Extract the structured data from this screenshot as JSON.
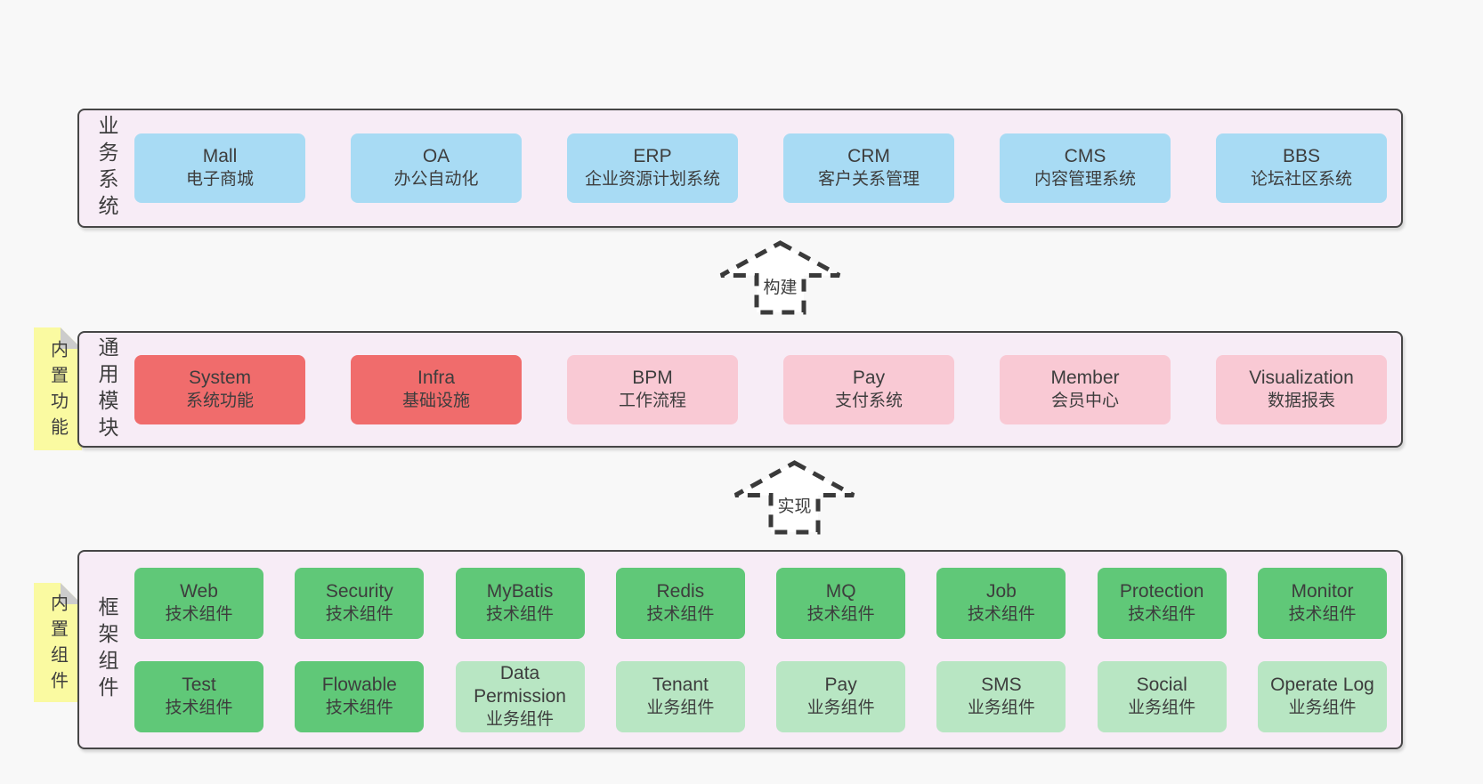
{
  "sections": {
    "business": {
      "label": "业务系统",
      "boxes": [
        {
          "en": "Mall",
          "zh": "电子商城"
        },
        {
          "en": "OA",
          "zh": "办公自动化"
        },
        {
          "en": "ERP",
          "zh": "企业资源计划系统"
        },
        {
          "en": "CRM",
          "zh": "客户关系管理"
        },
        {
          "en": "CMS",
          "zh": "内容管理系统"
        },
        {
          "en": "BBS",
          "zh": "论坛社区系统"
        }
      ]
    },
    "modules": {
      "label": "通用模块",
      "sticky": "内置功能",
      "boxes": [
        {
          "en": "System",
          "zh": "系统功能"
        },
        {
          "en": "Infra",
          "zh": "基础设施"
        },
        {
          "en": "BPM",
          "zh": "工作流程"
        },
        {
          "en": "Pay",
          "zh": "支付系统"
        },
        {
          "en": "Member",
          "zh": "会员中心"
        },
        {
          "en": "Visualization",
          "zh": "数据报表"
        }
      ]
    },
    "framework": {
      "label": "框架组件",
      "sticky": "内置组件",
      "rows": [
        [
          {
            "en": "Web",
            "zh": "技术组件"
          },
          {
            "en": "Security",
            "zh": "技术组件"
          },
          {
            "en": "MyBatis",
            "zh": "技术组件"
          },
          {
            "en": "Redis",
            "zh": "技术组件"
          },
          {
            "en": "MQ",
            "zh": "技术组件"
          },
          {
            "en": "Job",
            "zh": "技术组件"
          },
          {
            "en": "Protection",
            "zh": "技术组件"
          },
          {
            "en": "Monitor",
            "zh": "技术组件"
          }
        ],
        [
          {
            "en": "Test",
            "zh": "技术组件"
          },
          {
            "en": "Flowable",
            "zh": "技术组件"
          },
          {
            "en": "Data Permission",
            "zh": "业务组件"
          },
          {
            "en": "Tenant",
            "zh": "业务组件"
          },
          {
            "en": "Pay",
            "zh": "业务组件"
          },
          {
            "en": "SMS",
            "zh": "业务组件"
          },
          {
            "en": "Social",
            "zh": "业务组件"
          },
          {
            "en": "Operate Log",
            "zh": "业务组件"
          }
        ]
      ]
    }
  },
  "arrows": {
    "build": "构建",
    "implement": "实现"
  },
  "colors": {
    "page_bg": "#f8f8f8",
    "panel_bg": "#f7ecf6",
    "panel_border": "#464646",
    "blue_box": "#a8dbf4",
    "red_box": "#f06c6c",
    "pink_box": "#f9c9d4",
    "green_box": "#60c878",
    "light_green_box": "#b8e6c3",
    "sticky_bg": "#fafaa1",
    "sticky_fold": "#cccccc",
    "text": "#3d3d3d",
    "arrow_stroke": "#3a3a3a"
  }
}
